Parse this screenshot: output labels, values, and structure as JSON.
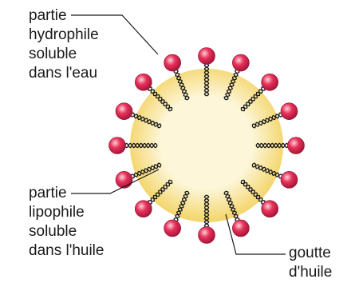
{
  "labels": {
    "hydrophilic": [
      "partie",
      "hydrophile",
      "soluble",
      "dans l'eau"
    ],
    "lipophilic": [
      "partie",
      "lipophile",
      "soluble",
      "dans l'huile"
    ],
    "droplet": [
      "goutte",
      "d'huile"
    ]
  },
  "colors": {
    "droplet_center": "#fdf6d8",
    "droplet_edge": "#f2d05a",
    "head_fill": "#e8325a",
    "head_highlight": "#fbd3dc",
    "tail": "#1a1a1a",
    "leader_line": "#1a1a1a"
  },
  "molecule_count": 16
}
